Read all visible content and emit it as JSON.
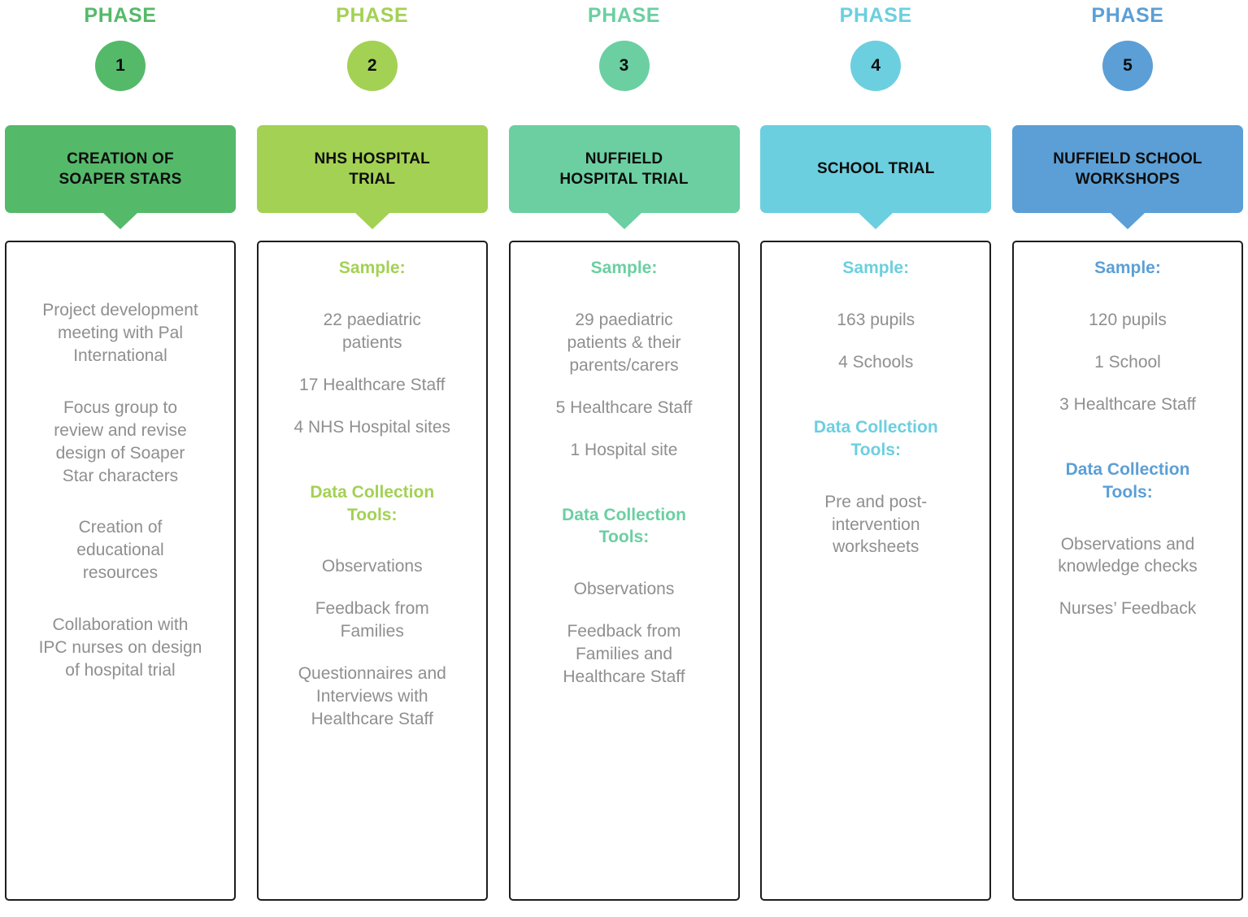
{
  "phase_word": "PHASE",
  "sample_heading": "Sample:",
  "tools_heading": "Data Collection\nTools:",
  "phases": [
    {
      "number": "1",
      "color": "#55b96a",
      "title": "CREATION OF\nSOAPER STARS",
      "has_headings": false,
      "sample_items": [],
      "tool_items": [],
      "plain_items": [
        "Project development\nmeeting with Pal\nInternational",
        "Focus group to\nreview and revise\ndesign of Soaper\nStar characters",
        "Creation of\neducational\nresources",
        "Collaboration with\nIPC nurses on design\nof hospital trial"
      ]
    },
    {
      "number": "2",
      "color": "#a3d154",
      "title": "NHS HOSPITAL\nTRIAL",
      "has_headings": true,
      "plain_items": [],
      "sample_items": [
        "22 paediatric\npatients",
        "17 Healthcare Staff",
        "4 NHS Hospital sites"
      ],
      "tool_items": [
        "Observations",
        "Feedback from\nFamilies",
        "Questionnaires and\nInterviews with\nHealthcare Staff"
      ]
    },
    {
      "number": "3",
      "color": "#6bcfa2",
      "title": "NUFFIELD\nHOSPITAL TRIAL",
      "has_headings": true,
      "plain_items": [],
      "sample_items": [
        "29 paediatric\npatients & their\nparents/carers",
        "5 Healthcare Staff",
        "1 Hospital site"
      ],
      "tool_items": [
        "Observations",
        "Feedback from\nFamilies and\nHealthcare Staff"
      ]
    },
    {
      "number": "4",
      "color": "#6ccfdf",
      "title": "SCHOOL TRIAL",
      "has_headings": true,
      "plain_items": [],
      "sample_items": [
        "163 pupils",
        "4 Schools"
      ],
      "tool_items": [
        "Pre and post-\nintervention\nworksheets"
      ]
    },
    {
      "number": "5",
      "color": "#5b9fd6",
      "title": "NUFFIELD SCHOOL\nWORKSHOPS",
      "has_headings": true,
      "plain_items": [],
      "sample_items": [
        "120 pupils",
        "1 School",
        "3 Healthcare Staff"
      ],
      "tool_items": [
        "Observations and\nknowledge checks",
        "Nurses’ Feedback"
      ]
    }
  ]
}
